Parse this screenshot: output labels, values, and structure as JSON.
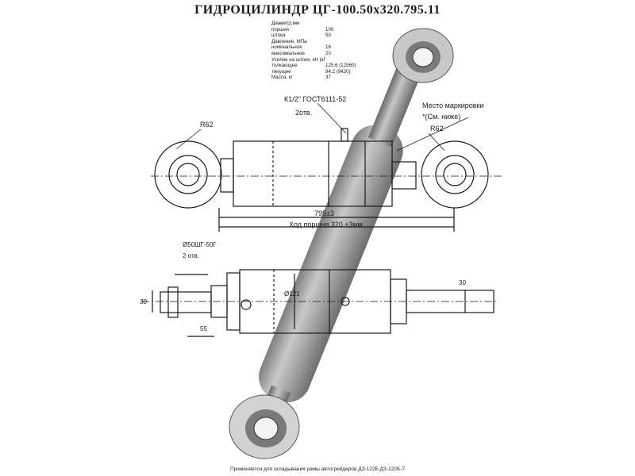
{
  "title": "ГИДРОЦИЛИНДР ЦГ-100.50х320.795.11",
  "specs": [
    {
      "label": "Диаметр,мм",
      "value": ""
    },
    {
      "label": "поршня",
      "value": "100"
    },
    {
      "label": "штока",
      "value": "50"
    },
    {
      "label": "Давление, МПа",
      "value": ""
    },
    {
      "label": "номинальное",
      "value": "16"
    },
    {
      "label": "максимальное",
      "value": "20"
    },
    {
      "label": "Усилие на штоке, кН (кГ)",
      "value": ""
    },
    {
      "label": "толкающее",
      "value": "125.6 (12560)"
    },
    {
      "label": "тянущее",
      "value": "94.2 (9420)"
    },
    {
      "label": "Масса, кг",
      "value": "37"
    }
  ],
  "labels": {
    "port": "К1/2\" ГОСТ6111-52",
    "holes": "2отв.",
    "mark_place": "Место маркировки",
    "see_below": "*(См. ниже)",
    "radius_left": "R62",
    "radius_right": "R62",
    "length": "795±3",
    "stroke": "Ход поршня 320 ±3мм",
    "pin": "Ø50ШГ-50Г",
    "pin_holes": "2 отв.",
    "dim_30_left": "30",
    "dim_55": "55",
    "dim_121": "Ø121",
    "dim_30_right": "30"
  },
  "footer": "Применяется для складывания рамы автогрейдеров ДЗ-122Б ДЗ-122Б-7",
  "colors": {
    "body": "#a9a9a9",
    "body_light": "#d0d0d0",
    "line": "#1a1a1a"
  }
}
